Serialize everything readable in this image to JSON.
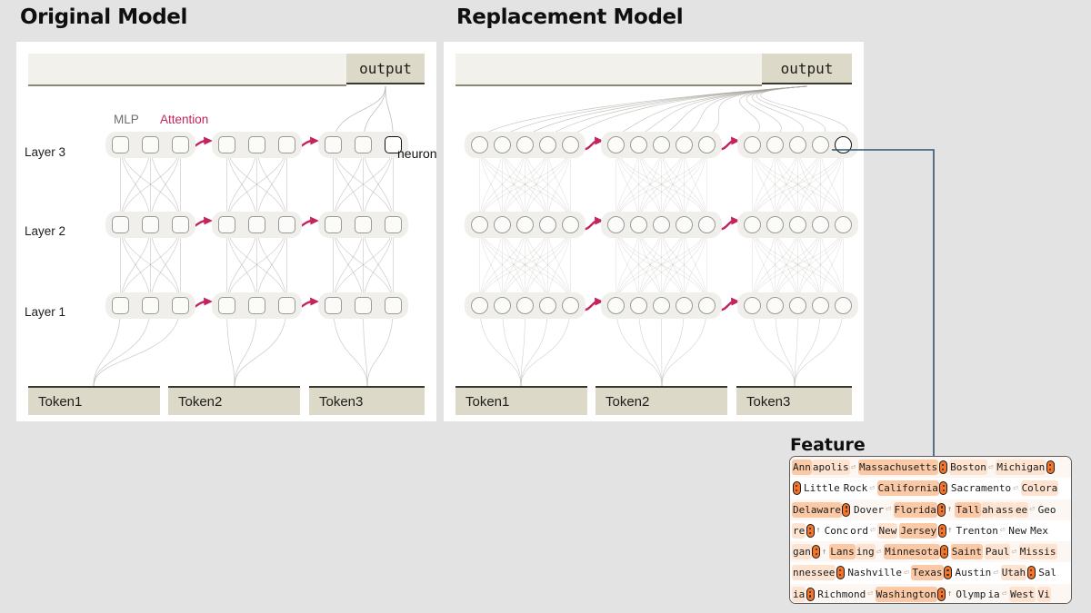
{
  "page": {
    "background": "#e3e3e3",
    "accent_attention": "#c3245e",
    "accent_connector": "#2f5573",
    "accent_highlight": "#f4752a"
  },
  "panels": {
    "original": {
      "title": "Original Model",
      "output_label": "output",
      "node_shape": "rounded-square",
      "nodes_per_group": 3,
      "groups_per_layer": 3,
      "component_labels": {
        "mlp": "MLP",
        "attention": "Attention"
      },
      "neuron_callout": "neuron",
      "layers": [
        "Layer 3",
        "Layer 2",
        "Layer 1"
      ],
      "tokens": [
        "Token1",
        "Token2",
        "Token3"
      ]
    },
    "replacement": {
      "title": "Replacement Model",
      "output_label": "output",
      "node_shape": "circle",
      "nodes_per_group": 5,
      "groups_per_layer": 3,
      "layers": [
        "Layer 3",
        "Layer 2",
        "Layer 1"
      ],
      "tokens": [
        "Token1",
        "Token2",
        "Token3"
      ]
    }
  },
  "feature": {
    "title": "Feature",
    "rows": [
      [
        {
          "t": "Ann",
          "h": 2
        },
        {
          "t": "apolis",
          "h": 1
        },
        {
          "t": "⏎",
          "h": 0,
          "cls": "ret"
        },
        {
          "t": " ",
          "h": 0
        },
        {
          "t": "Massachusetts",
          "h": 2
        },
        {
          "t": "CAP",
          "h": 0
        },
        {
          "t": " ",
          "h": 0
        },
        {
          "t": "Boston",
          "h": 1
        },
        {
          "t": "⏎",
          "h": 0,
          "cls": "ret"
        },
        {
          "t": " ",
          "h": 0
        },
        {
          "t": "Michigan",
          "h": 1
        },
        {
          "t": "CAP",
          "h": 0
        }
      ],
      [
        {
          "t": "CAP",
          "h": 0
        },
        {
          "t": " ",
          "h": 0
        },
        {
          "t": "Little",
          "h": 0
        },
        {
          "t": " ",
          "h": 0
        },
        {
          "t": "Rock",
          "h": 0
        },
        {
          "t": "⏎",
          "h": 0,
          "cls": "ret"
        },
        {
          "t": " ",
          "h": 0
        },
        {
          "t": "California",
          "h": 2
        },
        {
          "t": "CAP",
          "h": 0
        },
        {
          "t": " ",
          "h": 0
        },
        {
          "t": "Sacramento",
          "h": 0
        },
        {
          "t": "⏎",
          "h": 0,
          "cls": "ret"
        },
        {
          "t": " ",
          "h": 0
        },
        {
          "t": "Colora",
          "h": 1
        }
      ],
      [
        {
          "t": "Delaware",
          "h": 2
        },
        {
          "t": "CAP",
          "h": 0
        },
        {
          "t": " ",
          "h": 0
        },
        {
          "t": "Dover",
          "h": 0
        },
        {
          "t": "⏎",
          "h": 0,
          "cls": "ret"
        },
        {
          "t": " ",
          "h": 0
        },
        {
          "t": "Florida",
          "h": 2
        },
        {
          "t": "CAP",
          "h": 0
        },
        {
          "t": "↑",
          "h": 0,
          "cls": "arw"
        },
        {
          "t": " ",
          "h": 0
        },
        {
          "t": "Tall",
          "h": 2
        },
        {
          "t": "ah",
          "h": 1
        },
        {
          "t": "ass",
          "h": 1
        },
        {
          "t": "ee",
          "h": 1
        },
        {
          "t": "⏎",
          "h": 0,
          "cls": "ret"
        },
        {
          "t": " ",
          "h": 0
        },
        {
          "t": "Geo",
          "h": 0
        }
      ],
      [
        {
          "t": "re",
          "h": 1
        },
        {
          "t": "CAP",
          "h": 0
        },
        {
          "t": "↑",
          "h": 0,
          "cls": "arw"
        },
        {
          "t": " ",
          "h": 0
        },
        {
          "t": "Conc",
          "h": 0
        },
        {
          "t": "ord",
          "h": 0
        },
        {
          "t": "⏎",
          "h": 0,
          "cls": "ret"
        },
        {
          "t": " ",
          "h": 0
        },
        {
          "t": "New",
          "h": 1
        },
        {
          "t": " ",
          "h": 0
        },
        {
          "t": "Jersey",
          "h": 2
        },
        {
          "t": "CAP",
          "h": 0
        },
        {
          "t": "↑",
          "h": 0,
          "cls": "arw"
        },
        {
          "t": " ",
          "h": 0
        },
        {
          "t": "Trenton",
          "h": 0
        },
        {
          "t": "⏎",
          "h": 0,
          "cls": "ret"
        },
        {
          "t": " ",
          "h": 0
        },
        {
          "t": "New",
          "h": 0
        },
        {
          "t": " ",
          "h": 0
        },
        {
          "t": "Mex",
          "h": 0
        }
      ],
      [
        {
          "t": "gan",
          "h": 1
        },
        {
          "t": "CAP",
          "h": 0
        },
        {
          "t": "↑",
          "h": 0,
          "cls": "arw"
        },
        {
          "t": " ",
          "h": 0
        },
        {
          "t": "Lans",
          "h": 2
        },
        {
          "t": "ing",
          "h": 1
        },
        {
          "t": "⏎",
          "h": 0,
          "cls": "ret"
        },
        {
          "t": " ",
          "h": 0
        },
        {
          "t": "Minnesota",
          "h": 2
        },
        {
          "t": "CAP",
          "h": 0
        },
        {
          "t": " ",
          "h": 0
        },
        {
          "t": "Saint",
          "h": 2
        },
        {
          "t": " ",
          "h": 0
        },
        {
          "t": "Paul",
          "h": 1
        },
        {
          "t": "⏎",
          "h": 0,
          "cls": "ret"
        },
        {
          "t": " ",
          "h": 0
        },
        {
          "t": "Missis",
          "h": 1
        }
      ],
      [
        {
          "t": "nnessee",
          "h": 1
        },
        {
          "t": "CAP",
          "h": 0
        },
        {
          "t": " ",
          "h": 0
        },
        {
          "t": "Nashville",
          "h": 0
        },
        {
          "t": "⏎",
          "h": 0,
          "cls": "ret"
        },
        {
          "t": " ",
          "h": 0
        },
        {
          "t": "Texas",
          "h": 2
        },
        {
          "t": "CAP",
          "h": 0
        },
        {
          "t": " ",
          "h": 0
        },
        {
          "t": "Austin",
          "h": 0
        },
        {
          "t": "⏎",
          "h": 0,
          "cls": "ret"
        },
        {
          "t": " ",
          "h": 0
        },
        {
          "t": "Utah",
          "h": 1
        },
        {
          "t": "CAP",
          "h": 0
        },
        {
          "t": " ",
          "h": 0
        },
        {
          "t": "Sal",
          "h": 0
        }
      ],
      [
        {
          "t": "ia",
          "h": 1
        },
        {
          "t": "CAP",
          "h": 0
        },
        {
          "t": " ",
          "h": 0
        },
        {
          "t": "Richmond",
          "h": 0
        },
        {
          "t": "⏎",
          "h": 0,
          "cls": "ret"
        },
        {
          "t": " ",
          "h": 0
        },
        {
          "t": "Washington",
          "h": 2
        },
        {
          "t": "CAP",
          "h": 0
        },
        {
          "t": "↑",
          "h": 0,
          "cls": "arw"
        },
        {
          "t": " ",
          "h": 0
        },
        {
          "t": "Olymp",
          "h": 0
        },
        {
          "t": "ia",
          "h": 0
        },
        {
          "t": "⏎",
          "h": 0,
          "cls": "ret"
        },
        {
          "t": " ",
          "h": 0
        },
        {
          "t": "West",
          "h": 1
        },
        {
          "t": " ",
          "h": 0
        },
        {
          "t": "Vi",
          "h": 1
        }
      ]
    ]
  }
}
